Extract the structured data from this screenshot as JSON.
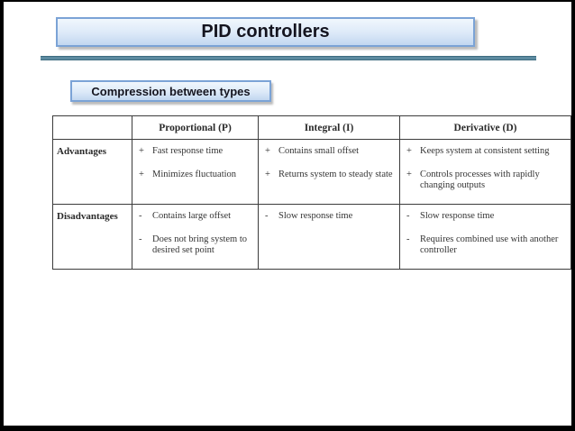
{
  "slide": {
    "title": "PID controllers",
    "subtitle": "Compression between types"
  },
  "comparison_table": {
    "column_headers": [
      "",
      "Proportional (P)",
      "Integral (I)",
      "Derivative (D)"
    ],
    "rows": [
      {
        "label": "Advantages",
        "marker": "+",
        "cells": [
          [
            "Fast response time",
            "Minimizes fluctuation"
          ],
          [
            "Contains small offset",
            "Returns system to steady state"
          ],
          [
            "Keeps system at consistent setting",
            "Controls processes with rapidly changing outputs"
          ]
        ]
      },
      {
        "label": "Disadvantages",
        "marker": "-",
        "cells": [
          [
            "Contains large offset",
            "Does not bring system to desired set point"
          ],
          [
            "Slow response time"
          ],
          [
            "Slow response time",
            "Requires combined use with another controller"
          ]
        ]
      }
    ]
  },
  "colors": {
    "box_border": "#7ba3d6",
    "box_fill_top": "#f1f7fd",
    "box_fill_bottom": "#c2d7f0",
    "divider_line": "#5d8ba0",
    "divider_edge": "#3e6c80",
    "table_border": "#3c3c3c",
    "table_text": "#343434",
    "title_text": "#14141f",
    "frame": "#000000"
  }
}
